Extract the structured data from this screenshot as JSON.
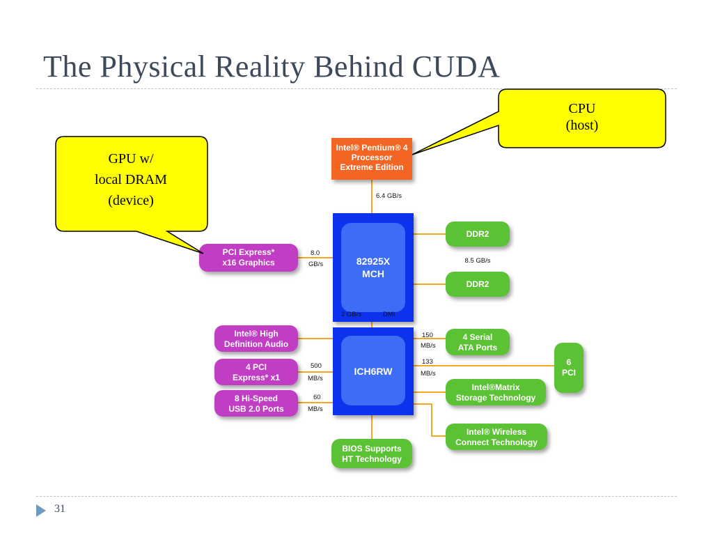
{
  "slide": {
    "title": "The Physical Reality Behind CUDA",
    "page_number": "31"
  },
  "callouts": {
    "cpu": [
      "CPU",
      "(host)"
    ],
    "gpu": [
      "GPU w/",
      "local DRAM",
      "(device)"
    ]
  },
  "diagram": {
    "processor": [
      "Intel® Pentium® 4",
      "Processor",
      "Extreme Edition"
    ],
    "mch": [
      "82925X",
      "MCH"
    ],
    "ich": "ICH6RW",
    "pci_graphics": [
      "PCI Express*",
      "x16 Graphics"
    ],
    "ddr2_top": "DDR2",
    "ddr2_bottom": "DDR2",
    "hd_audio": [
      "Intel® High",
      "Definition Audio"
    ],
    "pcie_x1": [
      "4 PCI",
      "Express* x1"
    ],
    "usb": [
      "8 Hi-Speed",
      "USB 2.0 Ports"
    ],
    "sata": [
      "4 Serial",
      "ATA Ports"
    ],
    "pci6": [
      "6",
      "PCI"
    ],
    "matrix": [
      "Intel®Matrix",
      "Storage Technology"
    ],
    "wireless": [
      "Intel® Wireless",
      "Connect Technology"
    ],
    "bios": [
      "BIOS Supports",
      "HT Technology"
    ],
    "speeds": {
      "fsb": "6.4 GB/s",
      "pcie16_a": "8.0",
      "pcie16_b": "GB/s",
      "ddr": "8.5 GB/s",
      "dmi_bw": "2 GB/s",
      "dmi": "DMI",
      "sata_a": "150",
      "sata_b": "MB/s",
      "pci_a": "133",
      "pci_b": "MB/s",
      "pciex1_a": "500",
      "pciex1_b": "MB/s",
      "usb_a": "60",
      "usb_b": "MB/s"
    }
  },
  "colors": {
    "orange": "#f26522",
    "blue_chip": "#1133ee",
    "magenta": "#c03cc4",
    "green": "#5bc236",
    "callout": "#ffff00"
  }
}
